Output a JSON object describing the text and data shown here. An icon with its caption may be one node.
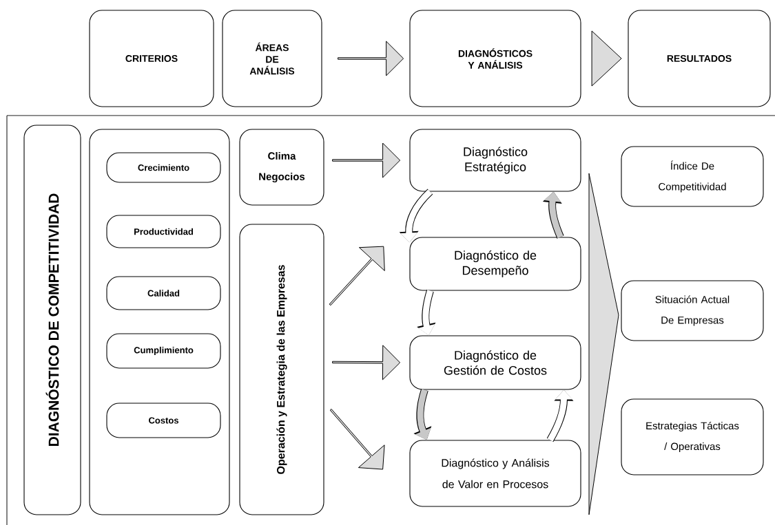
{
  "diagram": {
    "nodes": [
      {
        "text": [
          "CRITERIOS"
        ]
      },
      {
        "text": [
          "ÁREAS DE ANÁLISIS"
        ]
      },
      {
        "text": [
          "DIAGNÓSTICOS Y ANÁLISIS"
        ]
      },
      {
        "text": [
          "RESULTADOS"
        ]
      },
      {
        "text": [
          "DIAGNÓSTICO DE COMPETITIVIDAD"
        ]
      },
      {
        "text": [],
        "shape": "box"
      },
      {
        "text": [
          "Crecimiento"
        ],
        "in": 5
      },
      {
        "text": [
          "Productividad"
        ],
        "in": 5
      },
      {
        "text": [
          "Calidad"
        ],
        "in": 5
      },
      {
        "text": [
          "Cumplimiento"
        ],
        "in": 5
      },
      {
        "text": [
          "Costos"
        ],
        "in": 5
      },
      {
        "text": [
          "Clima Negocios"
        ]
      },
      {
        "text": [
          "Operación y Estrategia de las Empresas"
        ]
      },
      {
        "text": [
          "Diagnóstico Estratégico"
        ]
      },
      {
        "text": [
          "Diagnóstico de Desempeño"
        ]
      },
      {
        "text": [
          "Diagnóstico de Gestión de Costos"
        ]
      },
      {
        "text": [
          "Diagnóstico y Análisis de Valor en Procesos"
        ]
      },
      {
        "text": [
          "Índice De Competitividad"
        ]
      },
      {
        "text": [
          "Situación Actual De Empresas"
        ]
      },
      {
        "text": [
          "Estrategias Tácticas / Operativas"
        ]
      }
    ],
    "edges": [
      {
        "from": 1,
        "to": 2,
        "arrow": "to"
      },
      {
        "from": 2,
        "to": 3,
        "arrow": "to"
      },
      {
        "from": 11,
        "to": 13,
        "arrow": "to"
      },
      {
        "from": 12,
        "to": 14,
        "arrow": "to"
      },
      {
        "from": 12,
        "to": 15,
        "arrow": "to"
      },
      {
        "from": 12,
        "to": 16,
        "arrow": "to"
      },
      {
        "from": 13,
        "to": 14,
        "arrow": "to",
        "color": "#ffffff"
      },
      {
        "from": 14,
        "to": 15,
        "arrow": "to",
        "color": "#ffffff"
      },
      {
        "from": 14,
        "to": 13,
        "arrow": "to",
        "color": "#c8c8c8"
      },
      {
        "from": 15,
        "to": 16,
        "arrow": "to",
        "color": "#c8c8c8"
      },
      {
        "from": 16,
        "to": 15,
        "arrow": "to",
        "color": "#ffffff"
      }
    ]
  }
}
